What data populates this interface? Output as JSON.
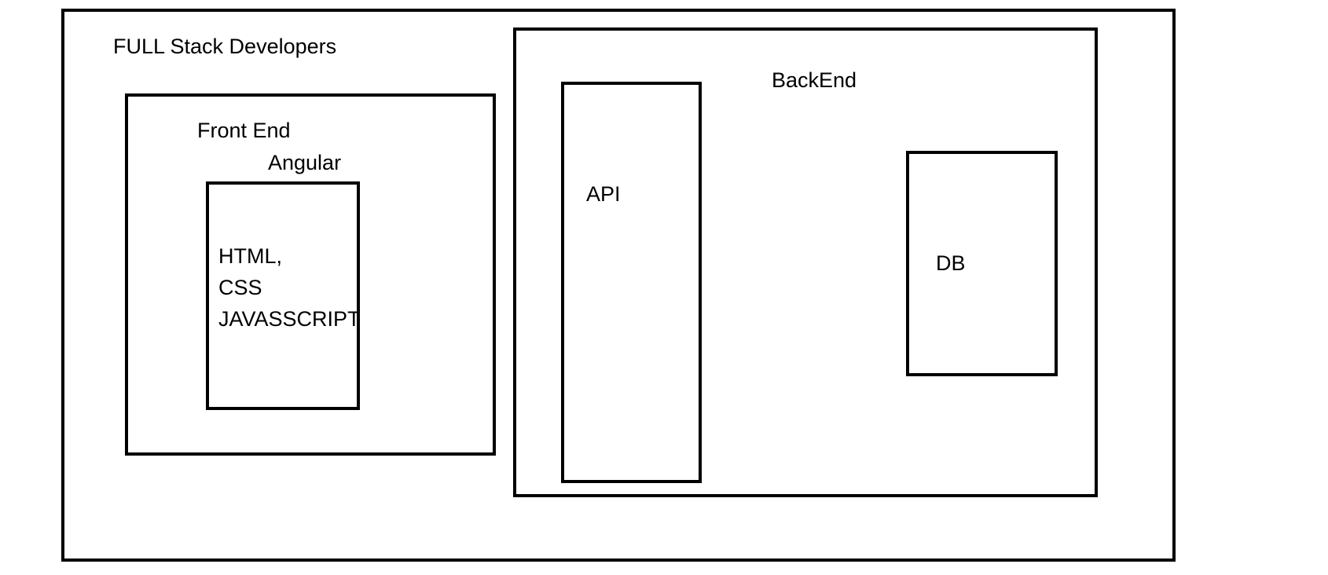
{
  "diagram": {
    "title": "FULL Stack Developers",
    "frontend": {
      "label": "Front End",
      "framework": "Angular",
      "technologies": [
        "HTML,",
        "CSS",
        "JAVASSCRIPT"
      ]
    },
    "backend": {
      "label": "BackEnd",
      "api": "API",
      "db": "DB"
    }
  },
  "colors": {
    "stroke": "#000000",
    "background": "#ffffff"
  }
}
